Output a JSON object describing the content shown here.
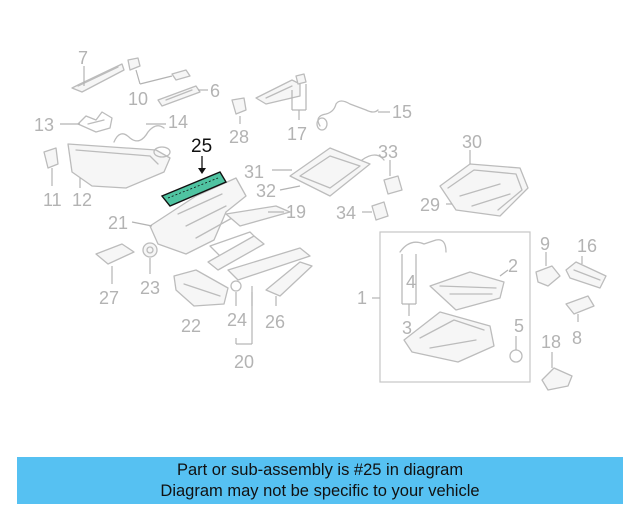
{
  "diagram": {
    "highlight_label": "25",
    "labels": {
      "p1": "1",
      "p2": "2",
      "p3": "3",
      "p4": "4",
      "p5": "5",
      "p6": "6",
      "p7": "7",
      "p8": "8",
      "p9": "9",
      "p10": "10",
      "p11": "11",
      "p12": "12",
      "p13": "13",
      "p14": "14",
      "p15": "15",
      "p16": "16",
      "p17": "17",
      "p18": "18",
      "p19": "19",
      "p20": "20",
      "p21": "21",
      "p22": "22",
      "p23": "23",
      "p24": "24",
      "p26": "26",
      "p27": "27",
      "p28": "28",
      "p29": "29",
      "p30": "30",
      "p31": "31",
      "p32": "32",
      "p33": "33",
      "p34": "34"
    },
    "highlight_color": "#4fc3a1"
  },
  "banner": {
    "line1": "Part or sub-assembly is #25 in diagram",
    "line2": "Diagram may not be specific to your vehicle",
    "background": "#56c1f2"
  }
}
